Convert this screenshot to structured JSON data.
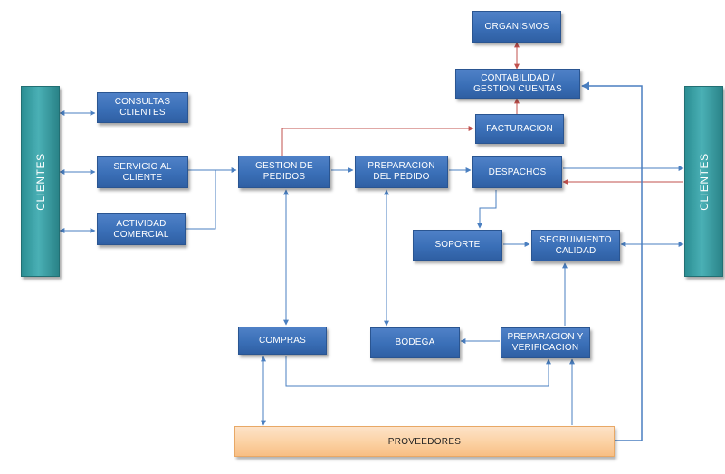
{
  "nodes": {
    "organismos": "ORGANISMOS",
    "contabilidad": "CONTABILIDAD / GESTION CUENTAS",
    "consultas": "CONSULTAS CLIENTES",
    "facturacion": "FACTURACION",
    "servicio": "SERVICIO AL CLIENTE",
    "gestion": "GESTION DE PEDIDOS",
    "preparacion_pedido": "PREPARACION DEL PEDIDO",
    "despachos": "DESPACHOS",
    "actividad": "ACTIVIDAD COMERCIAL",
    "soporte": "SOPORTE",
    "seguimiento": "SEGRUIMIENTO CALIDAD",
    "compras": "COMPRAS",
    "bodega": "BODEGA",
    "preparacion_verificacion": "PREPARACION Y VERIFICACION",
    "proveedores": "PROVEEDORES",
    "clientes_left": "CLIENTES",
    "clientes_right": "CLIENTES"
  },
  "colors": {
    "box": "#3a6fb7",
    "side": "#3aa0a6",
    "proveedores": "#fbcf9f",
    "connector_blue": "#4a7fc0",
    "connector_red": "#c0504d"
  }
}
